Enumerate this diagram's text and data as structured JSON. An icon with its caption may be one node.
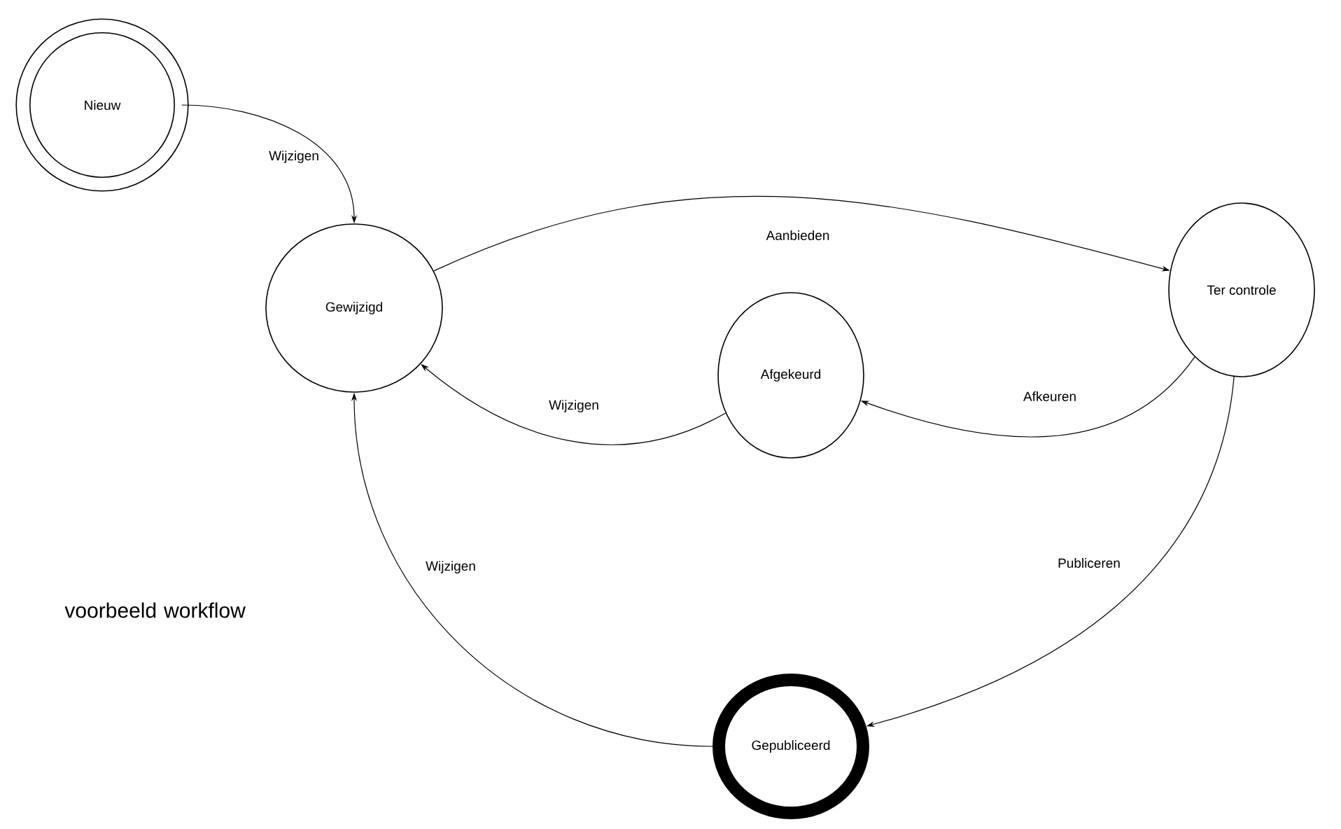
{
  "diagram": {
    "title": "voorbeeld workflow",
    "nodes": [
      {
        "text": [
          "Nieuw"
        ]
      },
      {
        "text": [
          "Gewijzigd"
        ]
      },
      {
        "text": [
          "Afgekeurd"
        ]
      },
      {
        "text": [
          "Ter controle"
        ]
      },
      {
        "text": [
          "Gepubliceerd"
        ]
      }
    ],
    "edges": [
      {
        "from": 0,
        "to": 1,
        "arrow": "to",
        "label": "Wijzigen"
      },
      {
        "from": 1,
        "to": 3,
        "arrow": "to",
        "label": "Aanbieden"
      },
      {
        "from": 3,
        "to": 2,
        "arrow": "to",
        "label": "Afkeuren"
      },
      {
        "from": 2,
        "to": 1,
        "arrow": "to",
        "label": "Wijzigen"
      },
      {
        "from": 3,
        "to": 4,
        "arrow": "to",
        "label": "Publiceren"
      },
      {
        "from": 4,
        "to": 1,
        "arrow": "to",
        "label": "Wijzigen"
      }
    ]
  }
}
